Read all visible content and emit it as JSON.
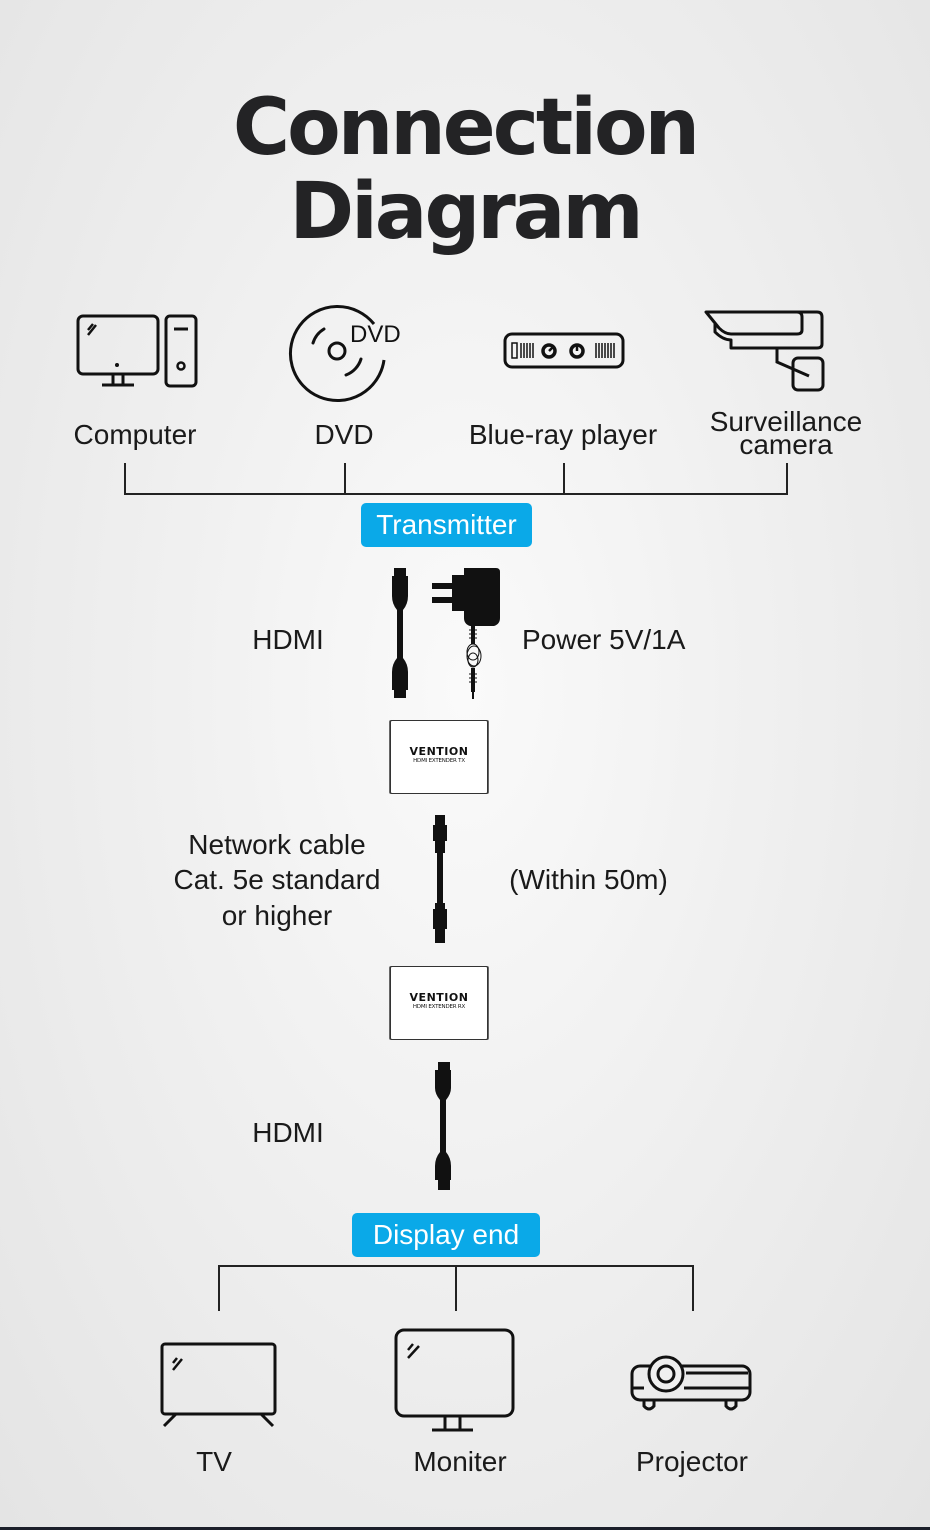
{
  "title": {
    "line1": "Connection",
    "line2": "Diagram"
  },
  "sources": [
    {
      "label": "Computer",
      "icon": "computer-icon"
    },
    {
      "label": "DVD",
      "icon": "dvd-disc-icon",
      "icon_text": "DVD"
    },
    {
      "label": "Blue-ray player",
      "icon": "bluray-player-icon"
    },
    {
      "label_line1": "Surveillance",
      "label_line2": "camera",
      "icon": "surveillance-camera-icon"
    }
  ],
  "transmitter_badge": "Transmitter",
  "transmitter_inputs": {
    "hdmi_label": "HDMI",
    "power_label": "Power 5V/1A"
  },
  "tx_unit": {
    "brand": "VENTION",
    "model": "HDMI EXTENDER TX"
  },
  "network": {
    "label_line1": "Network cable",
    "label_line2": "Cat. 5e standard",
    "label_line3": "or higher",
    "distance": "(Within 50m)"
  },
  "rx_unit": {
    "brand": "VENTION",
    "model": "HDMI EXTENDER RX"
  },
  "receiver_output": {
    "hdmi_label": "HDMI"
  },
  "display_badge": "Display end",
  "displays": [
    {
      "label": "TV",
      "icon": "tv-icon"
    },
    {
      "label": "Moniter",
      "icon": "monitor-icon"
    },
    {
      "label": "Projector",
      "icon": "projector-icon"
    }
  ],
  "colors": {
    "badge_bg": "#0aa9e8",
    "text": "#1a1a1a",
    "title": "#232325"
  }
}
